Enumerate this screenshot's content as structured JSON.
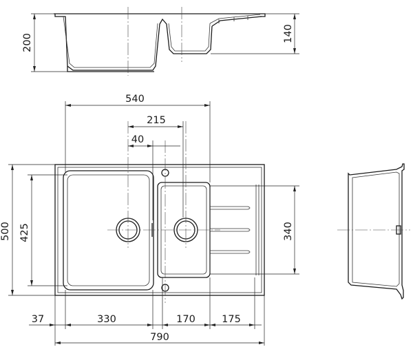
{
  "dimensions": {
    "side_height_total": "200",
    "side_height_small": "140",
    "overall_width_bowls": "540",
    "bowl_centres": "215",
    "offset_small": "40",
    "overall_depth": "500",
    "bowl_depth_large": "425",
    "bowl_depth_small": "340",
    "rim_left": "37",
    "bowl_width_large": "330",
    "bowl_width_small": "170",
    "drainer_width": "175",
    "overall_width": "790"
  }
}
